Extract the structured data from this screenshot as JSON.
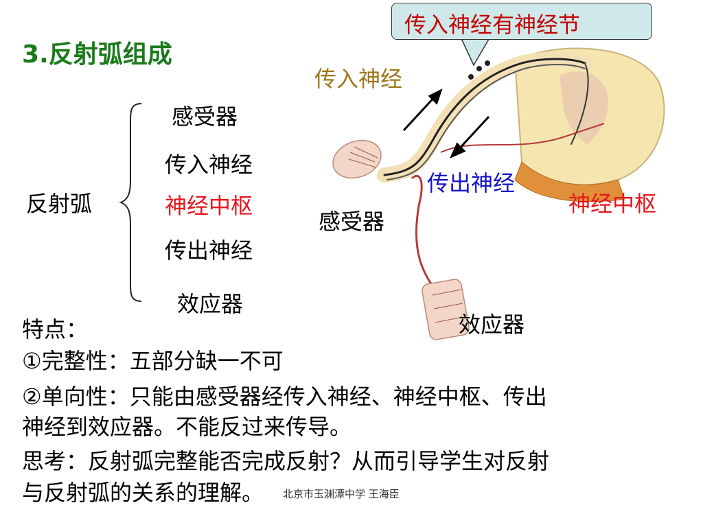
{
  "slide": {
    "title": "3.反射弧组成",
    "reflex_arc": {
      "root_label": "反射弧",
      "components": [
        {
          "label": "感受器",
          "color": "#000000"
        },
        {
          "label": "传入神经",
          "color": "#000000"
        },
        {
          "label": "神经中枢",
          "color": "#e8141b"
        },
        {
          "label": "传出神经",
          "color": "#000000"
        },
        {
          "label": "效应器",
          "color": "#000000"
        }
      ]
    },
    "diagram": {
      "callout": "传入神经有神经节",
      "afferent_label": "传入神经",
      "efferent_label": "传出神经",
      "center_label": "神经中枢",
      "receptor_label": "感受器",
      "effector_label": "效应器"
    },
    "features": {
      "heading": "特点：",
      "point1": "①完整性：五部分缺一不可",
      "point2_line1": "②单向性：只能由感受器经传入神经、神经中枢、传出",
      "point2_line2": "神经到效应器。不能反过来传导。"
    },
    "thinking": {
      "line1": "思考：反射弧完整能否完成反射？从而引导学生对反射",
      "line2": "与反射弧的关系的理解。"
    },
    "footer": "北京市玉渊潭中学  王海臣"
  }
}
